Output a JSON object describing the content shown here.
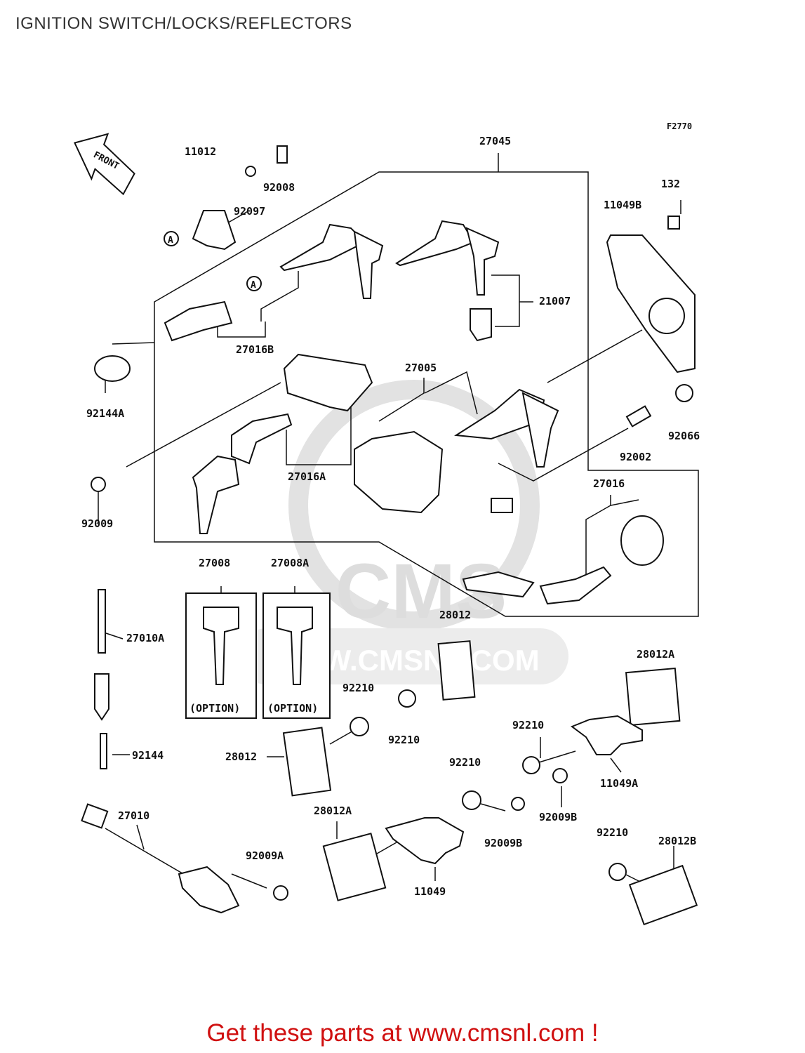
{
  "title": "IGNITION SWITCH/LOCKS/REFLECTORS",
  "figure_code": "F2770",
  "front_label": "FRONT",
  "watermark": {
    "brand": "CMS",
    "url": "WWW.CMSNL.COM"
  },
  "callout_a": "A",
  "option_label": "(OPTION)",
  "parts": [
    {
      "id": "p11012",
      "label": "11012"
    },
    {
      "id": "p92008",
      "label": "92008"
    },
    {
      "id": "p92097",
      "label": "92097"
    },
    {
      "id": "p27045",
      "label": "27045"
    },
    {
      "id": "p132",
      "label": "132"
    },
    {
      "id": "p11049B",
      "label": "11049B"
    },
    {
      "id": "p21007",
      "label": "21007"
    },
    {
      "id": "p27016B",
      "label": "27016B"
    },
    {
      "id": "p92144A",
      "label": "92144A"
    },
    {
      "id": "p27005",
      "label": "27005"
    },
    {
      "id": "p92066",
      "label": "92066"
    },
    {
      "id": "p92002",
      "label": "92002"
    },
    {
      "id": "p27016A",
      "label": "27016A"
    },
    {
      "id": "p92009",
      "label": "92009"
    },
    {
      "id": "p27016",
      "label": "27016"
    },
    {
      "id": "p27008",
      "label": "27008"
    },
    {
      "id": "p27008A",
      "label": "27008A"
    },
    {
      "id": "p27010A",
      "label": "27010A"
    },
    {
      "id": "p28012_top",
      "label": "28012"
    },
    {
      "id": "p28012A_right",
      "label": "28012A"
    },
    {
      "id": "p92210_a",
      "label": "92210"
    },
    {
      "id": "p92210_b",
      "label": "92210"
    },
    {
      "id": "p92210_c",
      "label": "92210"
    },
    {
      "id": "p92144",
      "label": "92144"
    },
    {
      "id": "p28012_left",
      "label": "28012"
    },
    {
      "id": "p11049A",
      "label": "11049A"
    },
    {
      "id": "p92210_d",
      "label": "92210"
    },
    {
      "id": "p27010",
      "label": "27010"
    },
    {
      "id": "p28012A_bottom",
      "label": "28012A"
    },
    {
      "id": "p92009B_a",
      "label": "92009B"
    },
    {
      "id": "p92009B_b",
      "label": "92009B"
    },
    {
      "id": "p92210_e",
      "label": "92210"
    },
    {
      "id": "p28012B",
      "label": "28012B"
    },
    {
      "id": "p92009A",
      "label": "92009A"
    },
    {
      "id": "p11049",
      "label": "11049"
    }
  ],
  "footer_cta": "Get these parts at www.cmsnl.com !"
}
